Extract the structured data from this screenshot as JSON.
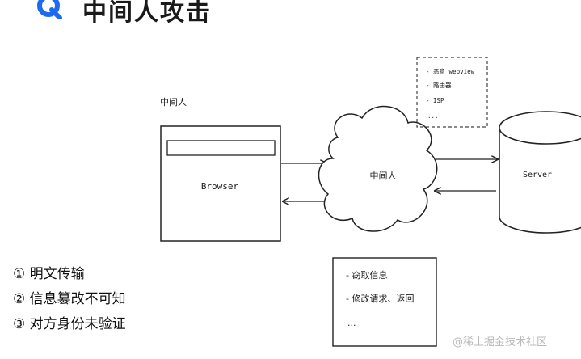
{
  "header": {
    "title": "中间人攻击",
    "logo_icon": "blue-q-logo-icon",
    "accent_color": "#1d6af2"
  },
  "diagram": {
    "mitm_label": "中间人",
    "browser_label": "Browser",
    "cloud_label": "中间人",
    "server_label": "Server",
    "note_items": [
      "- 恶意 webview",
      "- 路由器",
      "- ISP",
      "..."
    ],
    "action_items": [
      "- 窃取信息",
      "- 修改请求、返回",
      "..."
    ]
  },
  "points": [
    "① 明文传输",
    "② 信息篡改不可知",
    "③ 对方身份未验证"
  ],
  "watermark": "@稀土掘金技术社区"
}
